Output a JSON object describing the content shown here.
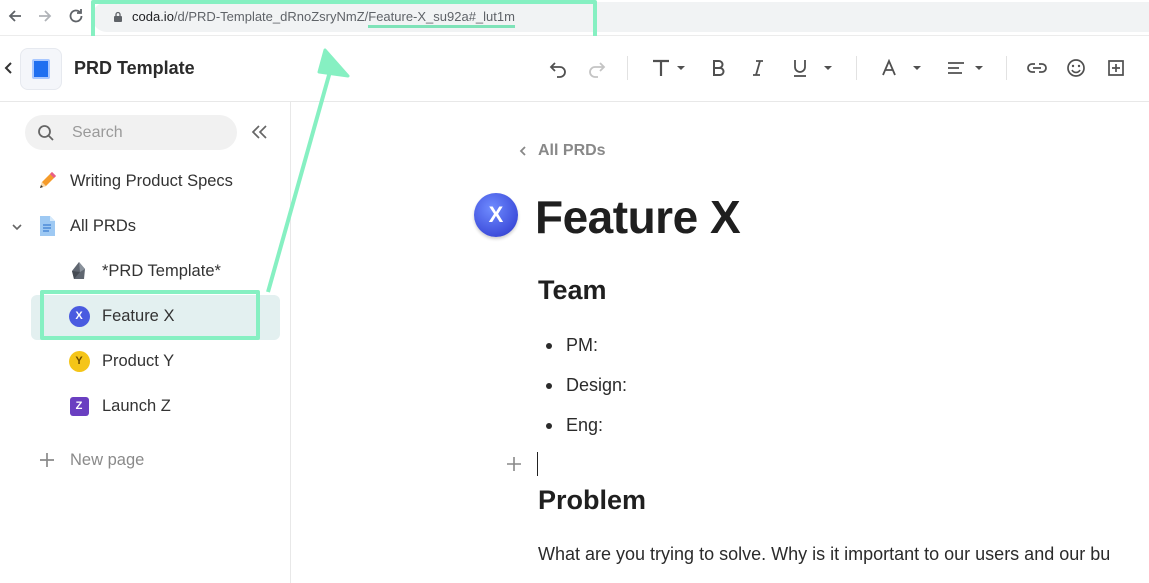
{
  "browser": {
    "url_host": "coda.io",
    "url_path": "/d/PRD-Template_dRnoZsryNmZ/",
    "url_highlight": "Feature-X_su92a#_lut1m"
  },
  "header": {
    "doc_title": "PRD Template"
  },
  "sidebar": {
    "search_placeholder": "Search",
    "items": [
      {
        "label": "Writing Product Specs"
      },
      {
        "label": "All PRDs"
      },
      {
        "label": "*PRD Template*"
      },
      {
        "label": "Feature X",
        "badge": "X"
      },
      {
        "label": "Product Y",
        "badge": "Y"
      },
      {
        "label": "Launch Z",
        "badge": "Z"
      }
    ],
    "new_page": "New page"
  },
  "page": {
    "breadcrumb": "All PRDs",
    "icon_letter": "X",
    "title": "Feature X",
    "team_heading": "Team",
    "team_items": [
      "PM:",
      "Design:",
      "Eng:"
    ],
    "problem_heading": "Problem",
    "problem_text": "What are you trying to solve. Why is it important to our users and our bu"
  },
  "colors": {
    "highlight": "#86f0c2",
    "active_bg": "#e3f0f0",
    "feature_badge": "#4a5be0",
    "product_badge": "#f5c518",
    "launch_badge": "#6a3fc1"
  }
}
